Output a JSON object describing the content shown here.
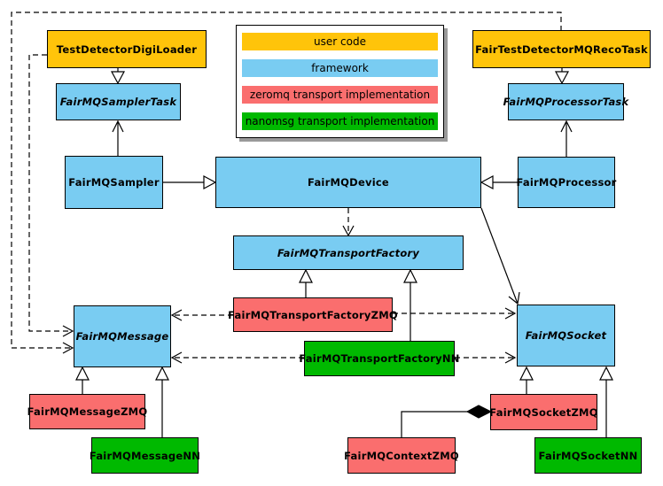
{
  "palette": {
    "user_code": "#ffc40a",
    "framework": "#79ccf2",
    "zeromq": "#fa6e6e",
    "nanomsg": "#00b900",
    "line": "#000000",
    "background": "#ffffff"
  },
  "legend": {
    "items": [
      {
        "label": "user code",
        "type": "user_code"
      },
      {
        "label": "framework",
        "type": "framework"
      },
      {
        "label": "zeromq transport implementation",
        "type": "zeromq"
      },
      {
        "label": "nanomsg transport implementation",
        "type": "nanomsg"
      }
    ]
  },
  "nodes": {
    "test_detector_digi_loader": {
      "label": "TestDetectorDigiLoader",
      "type": "user_code",
      "abstract": false
    },
    "fair_test_detector_mq_reco_task": {
      "label": "FairTestDetectorMQRecoTask",
      "type": "user_code",
      "abstract": false
    },
    "fairmq_sampler_task": {
      "label": "FairMQSamplerTask",
      "type": "framework",
      "abstract": true
    },
    "fairmq_processor_task": {
      "label": "FairMQProcessorTask",
      "type": "framework",
      "abstract": true
    },
    "fairmq_sampler": {
      "label": "FairMQSampler",
      "type": "framework",
      "abstract": false
    },
    "fairmq_device": {
      "label": "FairMQDevice",
      "type": "framework",
      "abstract": false
    },
    "fairmq_processor": {
      "label": "FairMQProcessor",
      "type": "framework",
      "abstract": false
    },
    "fairmq_transport_factory": {
      "label": "FairMQTransportFactory",
      "type": "framework",
      "abstract": true
    },
    "fairmq_transport_factory_zmq": {
      "label": "FairMQTransportFactoryZMQ",
      "type": "zeromq",
      "abstract": false
    },
    "fairmq_transport_factory_nn": {
      "label": "FairMQTransportFactoryNN",
      "type": "nanomsg",
      "abstract": false
    },
    "fairmq_message": {
      "label": "FairMQMessage",
      "type": "framework",
      "abstract": true
    },
    "fairmq_socket": {
      "label": "FairMQSocket",
      "type": "framework",
      "abstract": true
    },
    "fairmq_message_zmq": {
      "label": "FairMQMessageZMQ",
      "type": "zeromq",
      "abstract": false
    },
    "fairmq_message_nn": {
      "label": "FairMQMessageNN",
      "type": "nanomsg",
      "abstract": false
    },
    "fairmq_socket_zmq": {
      "label": "FairMQSocketZMQ",
      "type": "zeromq",
      "abstract": false
    },
    "fairmq_socket_nn": {
      "label": "FairMQSocketNN",
      "type": "nanomsg",
      "abstract": false
    },
    "fairmq_context_zmq": {
      "label": "FairMQContextZMQ",
      "type": "zeromq",
      "abstract": false
    }
  },
  "edges": [
    {
      "from": "test_detector_digi_loader",
      "to": "fairmq_sampler_task",
      "relation": "inherits",
      "line": "solid",
      "head": "hollow-triangle"
    },
    {
      "from": "fair_test_detector_mq_reco_task",
      "to": "fairmq_processor_task",
      "relation": "inherits",
      "line": "solid",
      "head": "hollow-triangle"
    },
    {
      "from": "fairmq_sampler",
      "to": "fairmq_device",
      "relation": "inherits",
      "line": "solid",
      "head": "hollow-triangle"
    },
    {
      "from": "fairmq_processor",
      "to": "fairmq_device",
      "relation": "inherits",
      "line": "solid",
      "head": "hollow-triangle"
    },
    {
      "from": "fairmq_transport_factory_zmq",
      "to": "fairmq_transport_factory",
      "relation": "inherits",
      "line": "solid",
      "head": "hollow-triangle"
    },
    {
      "from": "fairmq_transport_factory_nn",
      "to": "fairmq_transport_factory",
      "relation": "inherits",
      "line": "solid",
      "head": "hollow-triangle"
    },
    {
      "from": "fairmq_message_zmq",
      "to": "fairmq_message",
      "relation": "inherits",
      "line": "solid",
      "head": "hollow-triangle"
    },
    {
      "from": "fairmq_message_nn",
      "to": "fairmq_message",
      "relation": "inherits",
      "line": "solid",
      "head": "hollow-triangle"
    },
    {
      "from": "fairmq_socket_zmq",
      "to": "fairmq_socket",
      "relation": "inherits",
      "line": "solid",
      "head": "hollow-triangle"
    },
    {
      "from": "fairmq_socket_nn",
      "to": "fairmq_socket",
      "relation": "inherits",
      "line": "solid",
      "head": "hollow-triangle"
    },
    {
      "from": "fairmq_sampler",
      "to": "fairmq_sampler_task",
      "relation": "association",
      "line": "solid",
      "head": "open-arrow"
    },
    {
      "from": "fairmq_processor",
      "to": "fairmq_processor_task",
      "relation": "association",
      "line": "solid",
      "head": "open-arrow"
    },
    {
      "from": "fairmq_device",
      "to": "fairmq_socket",
      "relation": "association",
      "line": "solid",
      "head": "open-arrow"
    },
    {
      "from": "fairmq_device",
      "to": "fairmq_transport_factory",
      "relation": "dependency",
      "line": "dashed",
      "head": "open-arrow"
    },
    {
      "from": "fairmq_transport_factory_zmq",
      "to": "fairmq_message",
      "relation": "dependency",
      "line": "dashed",
      "head": "open-arrow"
    },
    {
      "from": "fairmq_transport_factory_zmq",
      "to": "fairmq_socket",
      "relation": "dependency",
      "line": "dashed",
      "head": "open-arrow"
    },
    {
      "from": "fairmq_transport_factory_nn",
      "to": "fairmq_message",
      "relation": "dependency",
      "line": "dashed",
      "head": "open-arrow"
    },
    {
      "from": "fairmq_transport_factory_nn",
      "to": "fairmq_socket",
      "relation": "dependency",
      "line": "dashed",
      "head": "open-arrow"
    },
    {
      "from": "test_detector_digi_loader",
      "to": "fairmq_message",
      "relation": "dependency",
      "line": "dashed",
      "head": "open-arrow"
    },
    {
      "from": "fair_test_detector_mq_reco_task",
      "to": "fairmq_message",
      "relation": "dependency",
      "line": "dashed",
      "head": "open-arrow"
    },
    {
      "from": "fairmq_context_zmq",
      "to": "fairmq_socket_zmq",
      "relation": "composition",
      "line": "solid",
      "head": "filled-diamond"
    }
  ]
}
